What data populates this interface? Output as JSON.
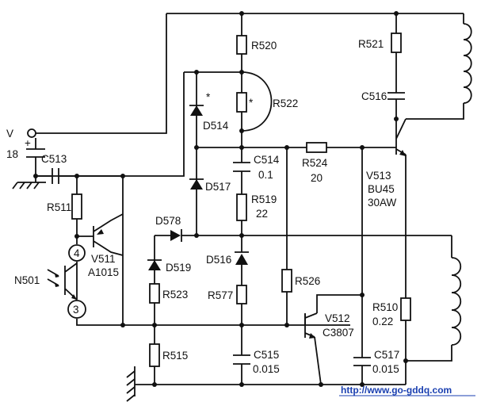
{
  "labels": {
    "V": "V",
    "v18": "18",
    "plus": "+",
    "C513": "C513",
    "R511": "R511",
    "num4": "4",
    "V511": "V511",
    "A1015": "A1015",
    "N501": "N501",
    "num3": "3",
    "R520": "R520",
    "R522": "R522",
    "star1": "*",
    "star2": "*",
    "D514": "D514",
    "D517": "D517",
    "C514": "C514",
    "C514_val": "0.1",
    "R519": "R519",
    "R519_val": "22",
    "R524": "R524",
    "R524_val": "20",
    "D578": "D578",
    "D519": "D519",
    "D516": "D516",
    "R523": "R523",
    "R577": "R577",
    "R526": "R526",
    "V512": "V512",
    "C3807": "C3807",
    "R515": "R515",
    "C515": "C515",
    "C515_val": "0.015",
    "C517": "C517",
    "C517_val": "0.015",
    "R521": "R521",
    "C516": "C516",
    "V513": "V513",
    "BU45": "BU45",
    "v30AW": "30AW",
    "R510": "R510",
    "R510_val": "0.22"
  },
  "watermark": "http://www.go-gddq.com"
}
